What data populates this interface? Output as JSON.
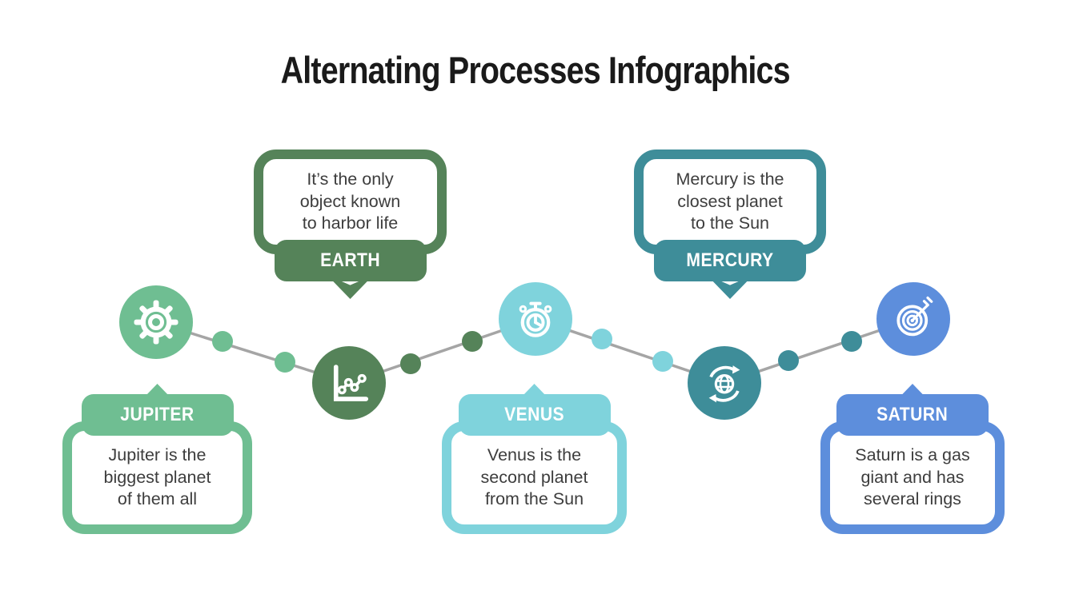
{
  "title": "Alternating Processes Infographics",
  "colors": {
    "background": "#FFFFFF",
    "title_text": "#1A1A1A",
    "body_text": "#3D3D3D",
    "label_text": "#FFFFFF",
    "connector_line": "#A5A5A5"
  },
  "planets": [
    {
      "name": "JUPITER",
      "color": "#6FBE92",
      "icon": "gear-icon",
      "callout_position": "below",
      "description": "Jupiter is the biggest planet of them all",
      "description_lines": [
        "Jupiter is the",
        "biggest planet",
        "of them all"
      ]
    },
    {
      "name": "EARTH",
      "color": "#558359",
      "icon": "line-chart-icon",
      "callout_position": "above",
      "description": "It’s the only object known to harbor life",
      "description_lines": [
        "It’s the only",
        "object known",
        "to harbor life"
      ]
    },
    {
      "name": "VENUS",
      "color": "#7FD3DC",
      "icon": "stopwatch-icon",
      "callout_position": "below",
      "description": "Venus is the second planet from the Sun",
      "description_lines": [
        "Venus is the",
        "second planet",
        "from the Sun"
      ]
    },
    {
      "name": "MERCURY",
      "color": "#3E8D99",
      "icon": "globe-sync-icon",
      "callout_position": "above",
      "description": "Mercury is the closest planet to the Sun",
      "description_lines": [
        "Mercury is the",
        "closest planet",
        "to the Sun"
      ]
    },
    {
      "name": "SATURN",
      "color": "#5D8EDC",
      "icon": "target-icon",
      "callout_position": "below",
      "description": "Saturn is a gas giant and has several rings",
      "description_lines": [
        "Saturn is a gas",
        "giant and has",
        "several rings"
      ]
    }
  ]
}
